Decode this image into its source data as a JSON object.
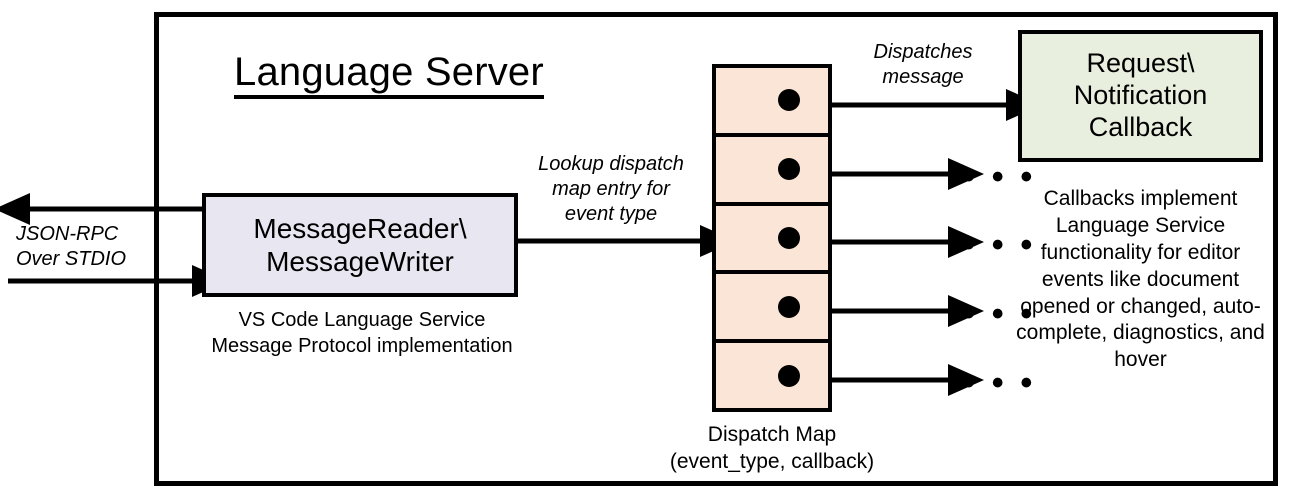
{
  "diagram": {
    "title": "Language Server",
    "frame_color": "#000000",
    "background": "#ffffff"
  },
  "nodes": {
    "message_box": {
      "label_line1": "MessageReader\\",
      "label_line2": "MessageWriter",
      "fill": "#e8e6f0",
      "caption_line1": "VS Code Language Service",
      "caption_line2": "Message Protocol implementation"
    },
    "dispatch_map": {
      "fill": "#fbe5d6",
      "cell_count": 5,
      "caption_line1": "Dispatch Map",
      "caption_line2": "(event_type, callback)"
    },
    "callback_box": {
      "label_line1": "Request\\",
      "label_line2": "Notification",
      "label_line3": "Callback",
      "fill": "#e9efdf",
      "caption": "Callbacks implement Language Service functionality for editor events like document opened or changed, auto-complete, diagnostics, and hover"
    }
  },
  "labels": {
    "jsonrpc_line1": "JSON-RPC",
    "jsonrpc_line2": "Over STDIO",
    "lookup_line1": "Lookup dispatch",
    "lookup_line2": "map entry for",
    "lookup_line3": "event type",
    "dispatches_line1": "Dispatches",
    "dispatches_line2": "message",
    "ellipsis": "• • •"
  }
}
